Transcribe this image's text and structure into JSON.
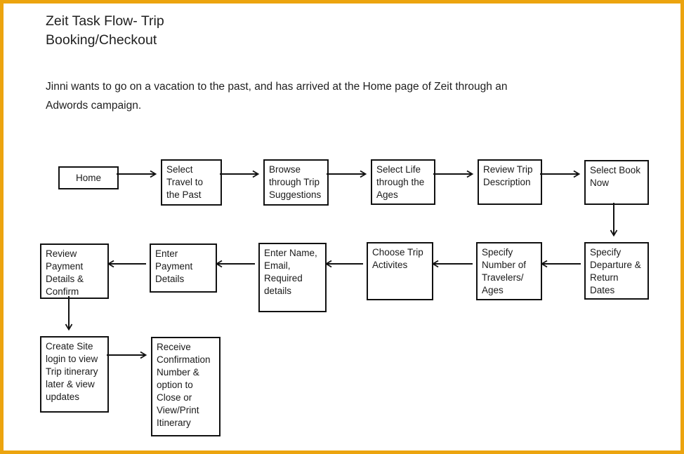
{
  "page": {
    "title": "Zeit Task Flow- Trip\nBooking/Checkout",
    "description": "Jinni wants to go on a vacation to the past, and has arrived at the Home page of Zeit through an\nAdwords campaign."
  },
  "colors": {
    "frame_border": "#ECA40E",
    "node_border": "#111111",
    "text": "#1F1F1F",
    "background": "#FFFFFF"
  },
  "flow": {
    "nodes": [
      {
        "id": "home",
        "label": "Home"
      },
      {
        "id": "select-travel-past",
        "label": "Select\nTravel to\nthe Past"
      },
      {
        "id": "browse-trip-suggestions",
        "label": "Browse\nthrough Trip\nSuggestions"
      },
      {
        "id": "select-life-through-ages",
        "label": "Select Life\nthrough the\nAges"
      },
      {
        "id": "review-trip-description",
        "label": "Review Trip\nDescription"
      },
      {
        "id": "select-book-now",
        "label": "Select Book\nNow"
      },
      {
        "id": "specify-departure-return-dates",
        "label": "Specify\nDeparture &\nReturn\nDates"
      },
      {
        "id": "specify-number-travelers-ages",
        "label": "Specify\nNumber of\nTravelers/\nAges"
      },
      {
        "id": "choose-trip-activities",
        "label": "Choose Trip\nActivites"
      },
      {
        "id": "enter-name-email-details",
        "label": "Enter Name,\nEmail,\nRequired\ndetails"
      },
      {
        "id": "enter-payment-details",
        "label": "Enter\nPayment\nDetails"
      },
      {
        "id": "review-payment-confirm",
        "label": "Review\nPayment\nDetails &\nConfirm"
      },
      {
        "id": "create-site-login",
        "label": "Create Site\nlogin  to view\nTrip itinerary\nlater & view\nupdates"
      },
      {
        "id": "receive-confirmation",
        "label": "Receive\nConfirmation\nNumber &\noption to\nClose or\nView/Print\nItinerary"
      }
    ],
    "connections": [
      {
        "from": "home",
        "to": "select-travel-past",
        "direction": "right"
      },
      {
        "from": "select-travel-past",
        "to": "browse-trip-suggestions",
        "direction": "right"
      },
      {
        "from": "browse-trip-suggestions",
        "to": "select-life-through-ages",
        "direction": "right"
      },
      {
        "from": "select-life-through-ages",
        "to": "review-trip-description",
        "direction": "right"
      },
      {
        "from": "review-trip-description",
        "to": "select-book-now",
        "direction": "right"
      },
      {
        "from": "select-book-now",
        "to": "specify-departure-return-dates",
        "direction": "down"
      },
      {
        "from": "specify-departure-return-dates",
        "to": "specify-number-travelers-ages",
        "direction": "left"
      },
      {
        "from": "specify-number-travelers-ages",
        "to": "choose-trip-activities",
        "direction": "left"
      },
      {
        "from": "choose-trip-activities",
        "to": "enter-name-email-details",
        "direction": "left"
      },
      {
        "from": "enter-name-email-details",
        "to": "enter-payment-details",
        "direction": "left"
      },
      {
        "from": "enter-payment-details",
        "to": "review-payment-confirm",
        "direction": "left"
      },
      {
        "from": "review-payment-confirm",
        "to": "create-site-login",
        "direction": "down"
      },
      {
        "from": "create-site-login",
        "to": "receive-confirmation",
        "direction": "right"
      }
    ]
  }
}
